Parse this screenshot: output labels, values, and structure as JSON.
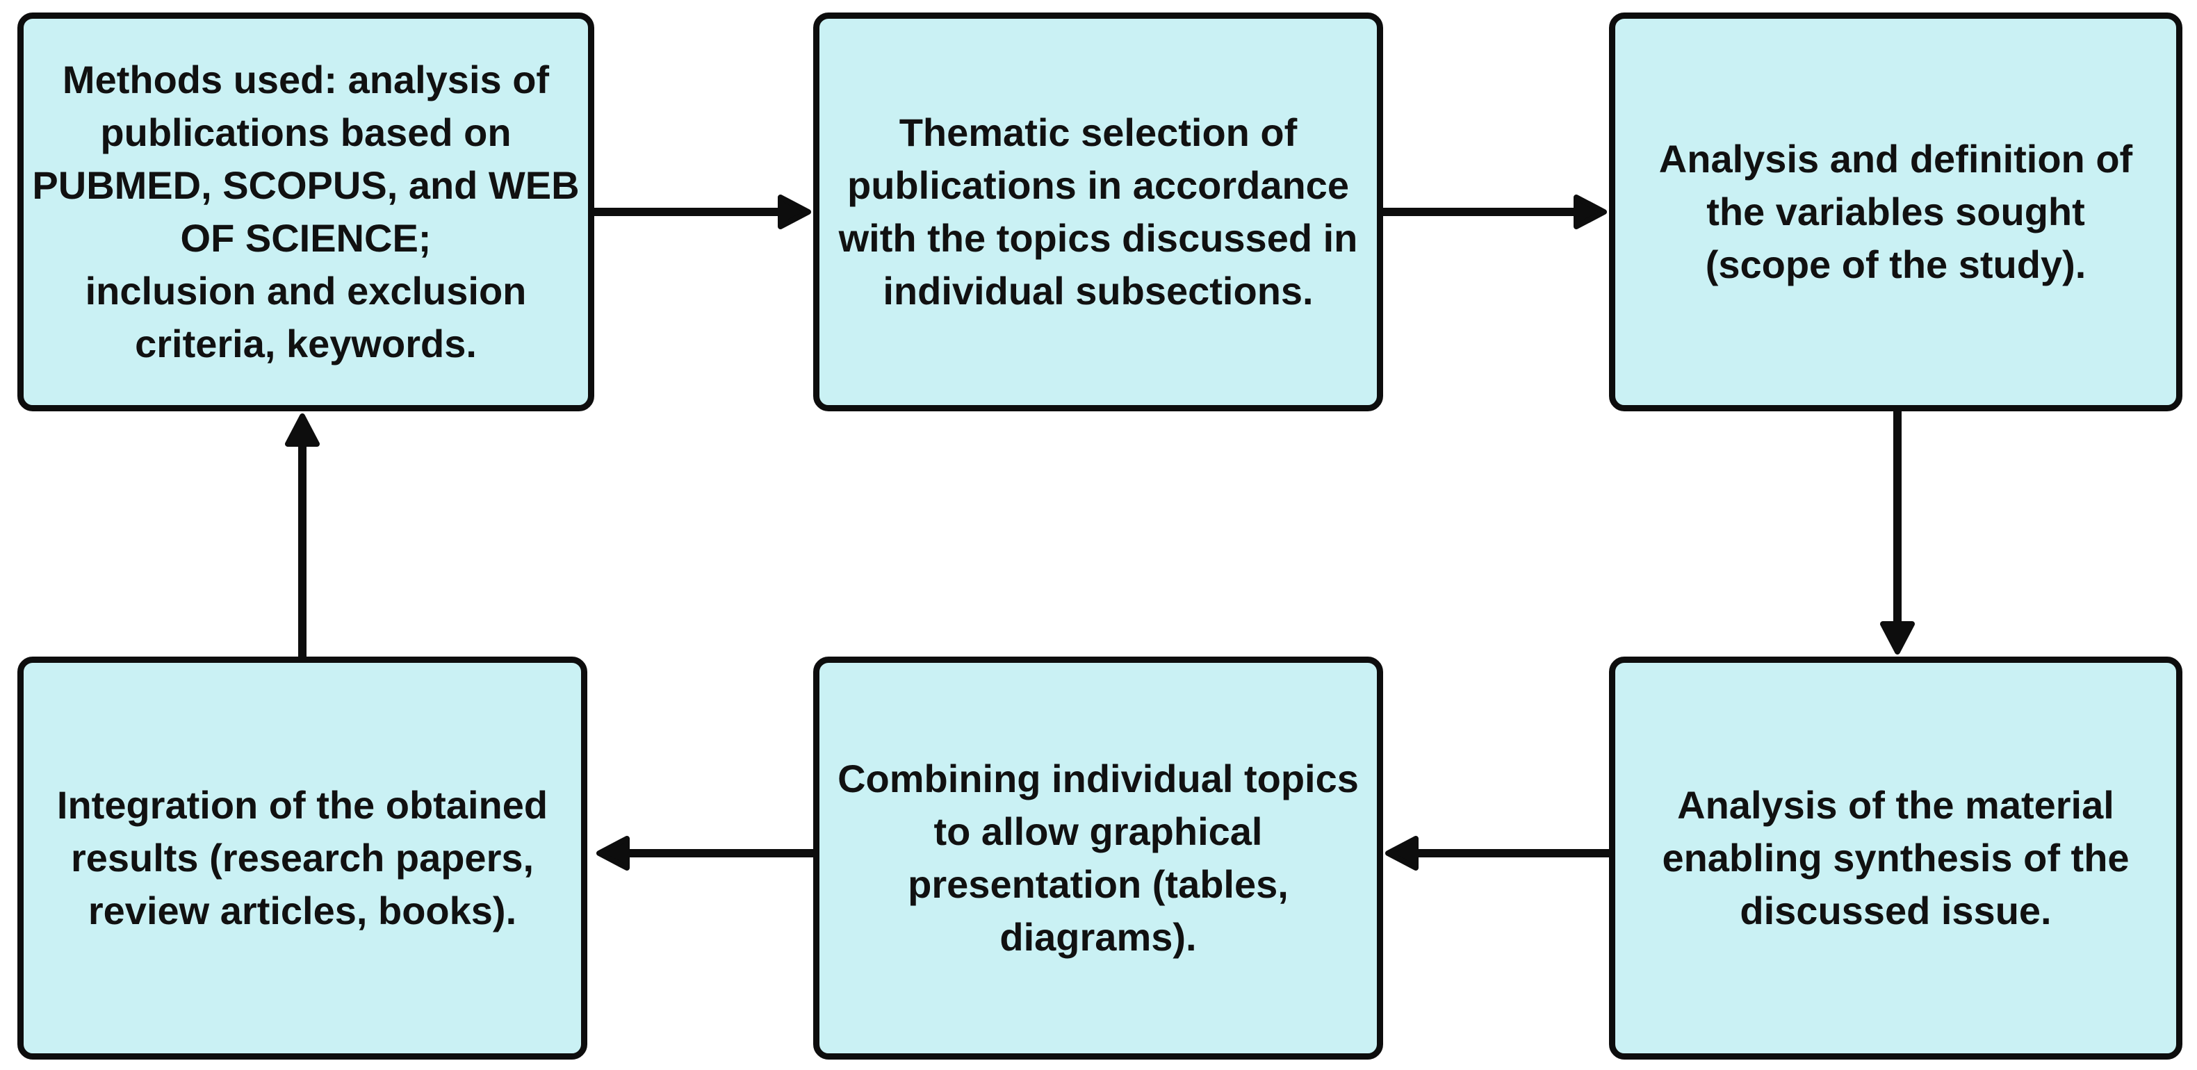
{
  "diagram": {
    "title": "Literature review methodology flowchart",
    "colors": {
      "background": "#ffffff",
      "box_fill": "#caf1f4",
      "box_border": "#0d0d0d",
      "text": "#111111",
      "arrow": "#0d0d0d"
    },
    "boxes": [
      {
        "id": "methods",
        "text": "Methods used: analysis of\npublications based on\nPUBMED, SCOPUS, and WEB\nOF SCIENCE;\ninclusion and exclusion\ncriteria, keywords."
      },
      {
        "id": "thematic-selection",
        "text": "Thematic selection of\npublications in accordance\nwith the topics discussed in\nindividual subsections."
      },
      {
        "id": "variables-scope",
        "text": "Analysis and definition of\nthe variables sought\n(scope of the study)."
      },
      {
        "id": "integration-results",
        "text": "Integration of the obtained\nresults (research papers,\nreview articles, books)."
      },
      {
        "id": "combining-topics",
        "text": "Combining individual topics\nto allow graphical\npresentation (tables,\ndiagrams)."
      },
      {
        "id": "analysis-synthesis",
        "text": "Analysis of the material\nenabling synthesis of the\ndiscussed issue."
      }
    ],
    "arrows": [
      {
        "from": "methods",
        "to": "thematic-selection",
        "direction": "right"
      },
      {
        "from": "thematic-selection",
        "to": "variables-scope",
        "direction": "right"
      },
      {
        "from": "variables-scope",
        "to": "analysis-synthesis",
        "direction": "down"
      },
      {
        "from": "analysis-synthesis",
        "to": "combining-topics",
        "direction": "left"
      },
      {
        "from": "combining-topics",
        "to": "integration-results",
        "direction": "left"
      },
      {
        "from": "integration-results",
        "to": "methods",
        "direction": "up"
      }
    ]
  }
}
